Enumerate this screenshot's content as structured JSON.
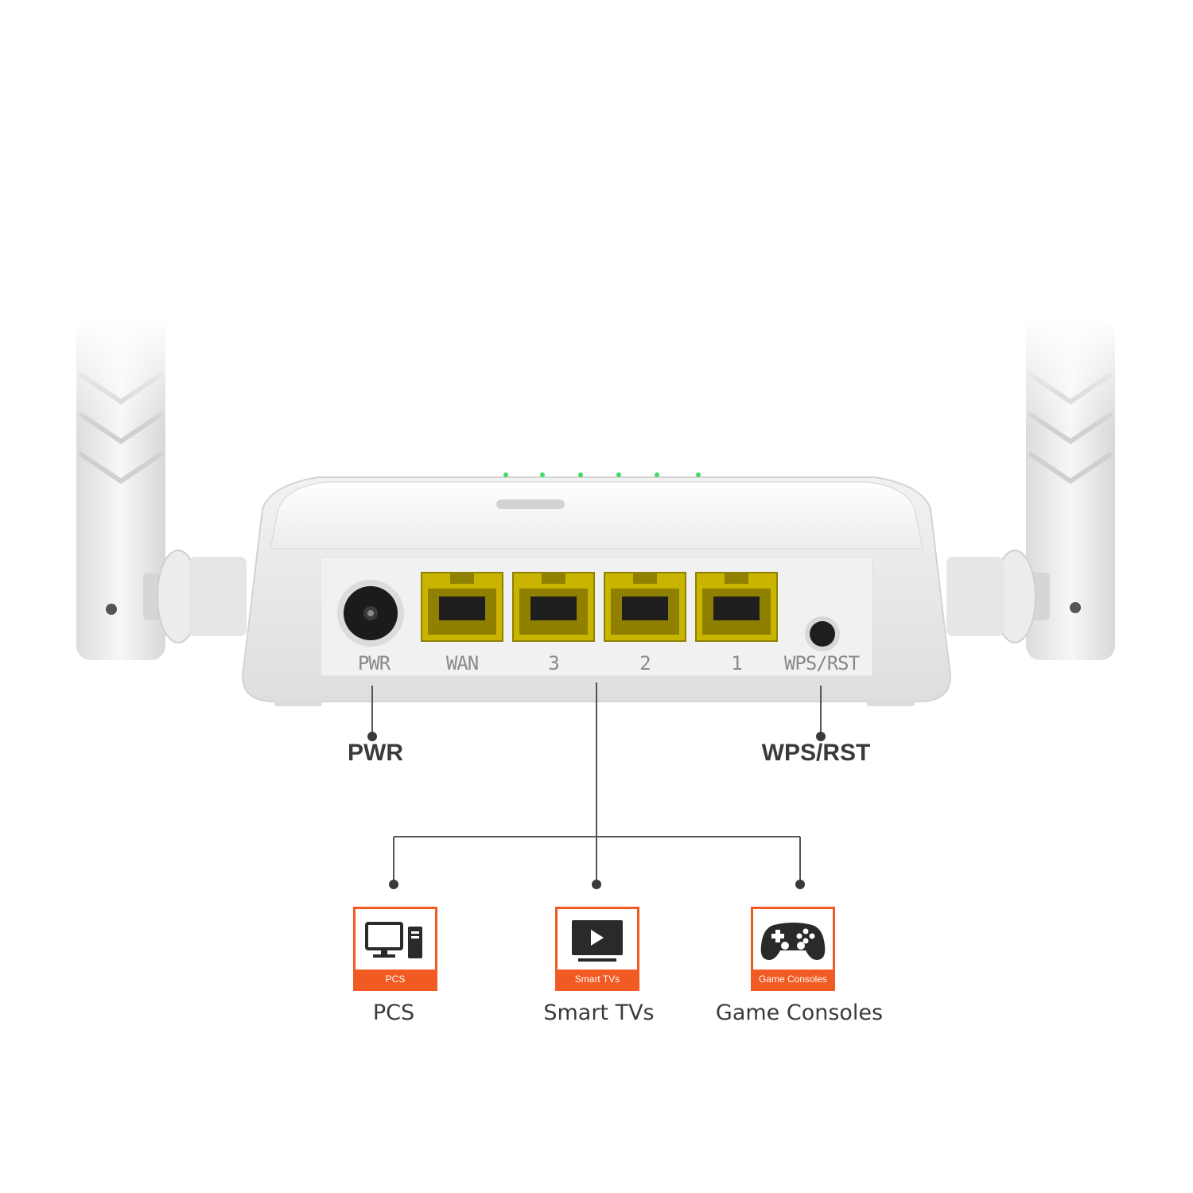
{
  "router": {
    "ports": [
      {
        "id": "pwr",
        "label": "PWR"
      },
      {
        "id": "wan",
        "label": "WAN"
      },
      {
        "id": "lan3",
        "label": "3"
      },
      {
        "id": "lan2",
        "label": "2"
      },
      {
        "id": "lan1",
        "label": "1"
      },
      {
        "id": "wps",
        "label": "WPS/RST"
      }
    ]
  },
  "callouts": {
    "pwr": "PWR",
    "wps": "WPS/RST"
  },
  "devices": [
    {
      "id": "pcs",
      "icon": "desktop-pc-icon",
      "tag": "PCS",
      "caption": "PCS"
    },
    {
      "id": "smart-tvs",
      "icon": "tv-play-icon",
      "tag": "Smart TVs",
      "caption": "Smart TVs"
    },
    {
      "id": "game-consoles",
      "icon": "gamepad-icon",
      "tag": "Game Consoles",
      "caption": "Game Consoles"
    }
  ],
  "colors": {
    "accent": "#f15a22",
    "port_yellow": "#c9b400",
    "led_green": "#3ddc64",
    "line": "#555555"
  }
}
